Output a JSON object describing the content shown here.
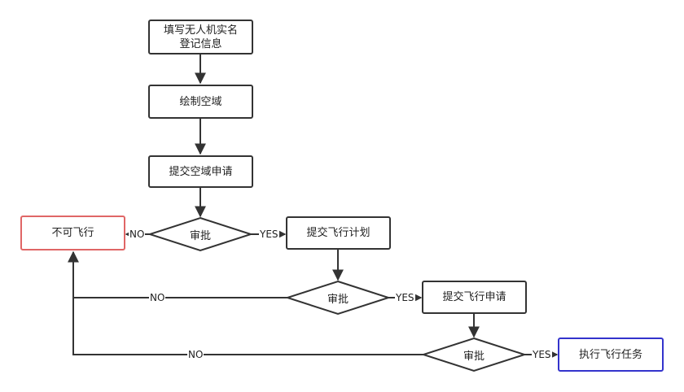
{
  "nodes": {
    "fill_info": {
      "lines": [
        "填写无人机实名",
        "登记信息"
      ]
    },
    "draw_airspace": {
      "label": "绘制空域"
    },
    "submit_airspace": {
      "label": "提交空域申请"
    },
    "no_fly": {
      "label": "不可飞行"
    },
    "submit_plan": {
      "label": "提交飞行计划"
    },
    "submit_flight": {
      "label": "提交飞行申请"
    },
    "execute": {
      "label": "执行飞行任务"
    }
  },
  "decisions": {
    "d1": {
      "label": "审批"
    },
    "d2": {
      "label": "审批"
    },
    "d3": {
      "label": "审批"
    }
  },
  "edge_labels": {
    "d1_no": "NO",
    "d1_yes": "YES",
    "d2_no": "NO",
    "d2_yes": "YES",
    "d3_no": "NO",
    "d3_yes": "YES"
  },
  "colors": {
    "stroke": "#333333",
    "no_fly_border": "#e06666",
    "execute_border": "#3333cc"
  }
}
